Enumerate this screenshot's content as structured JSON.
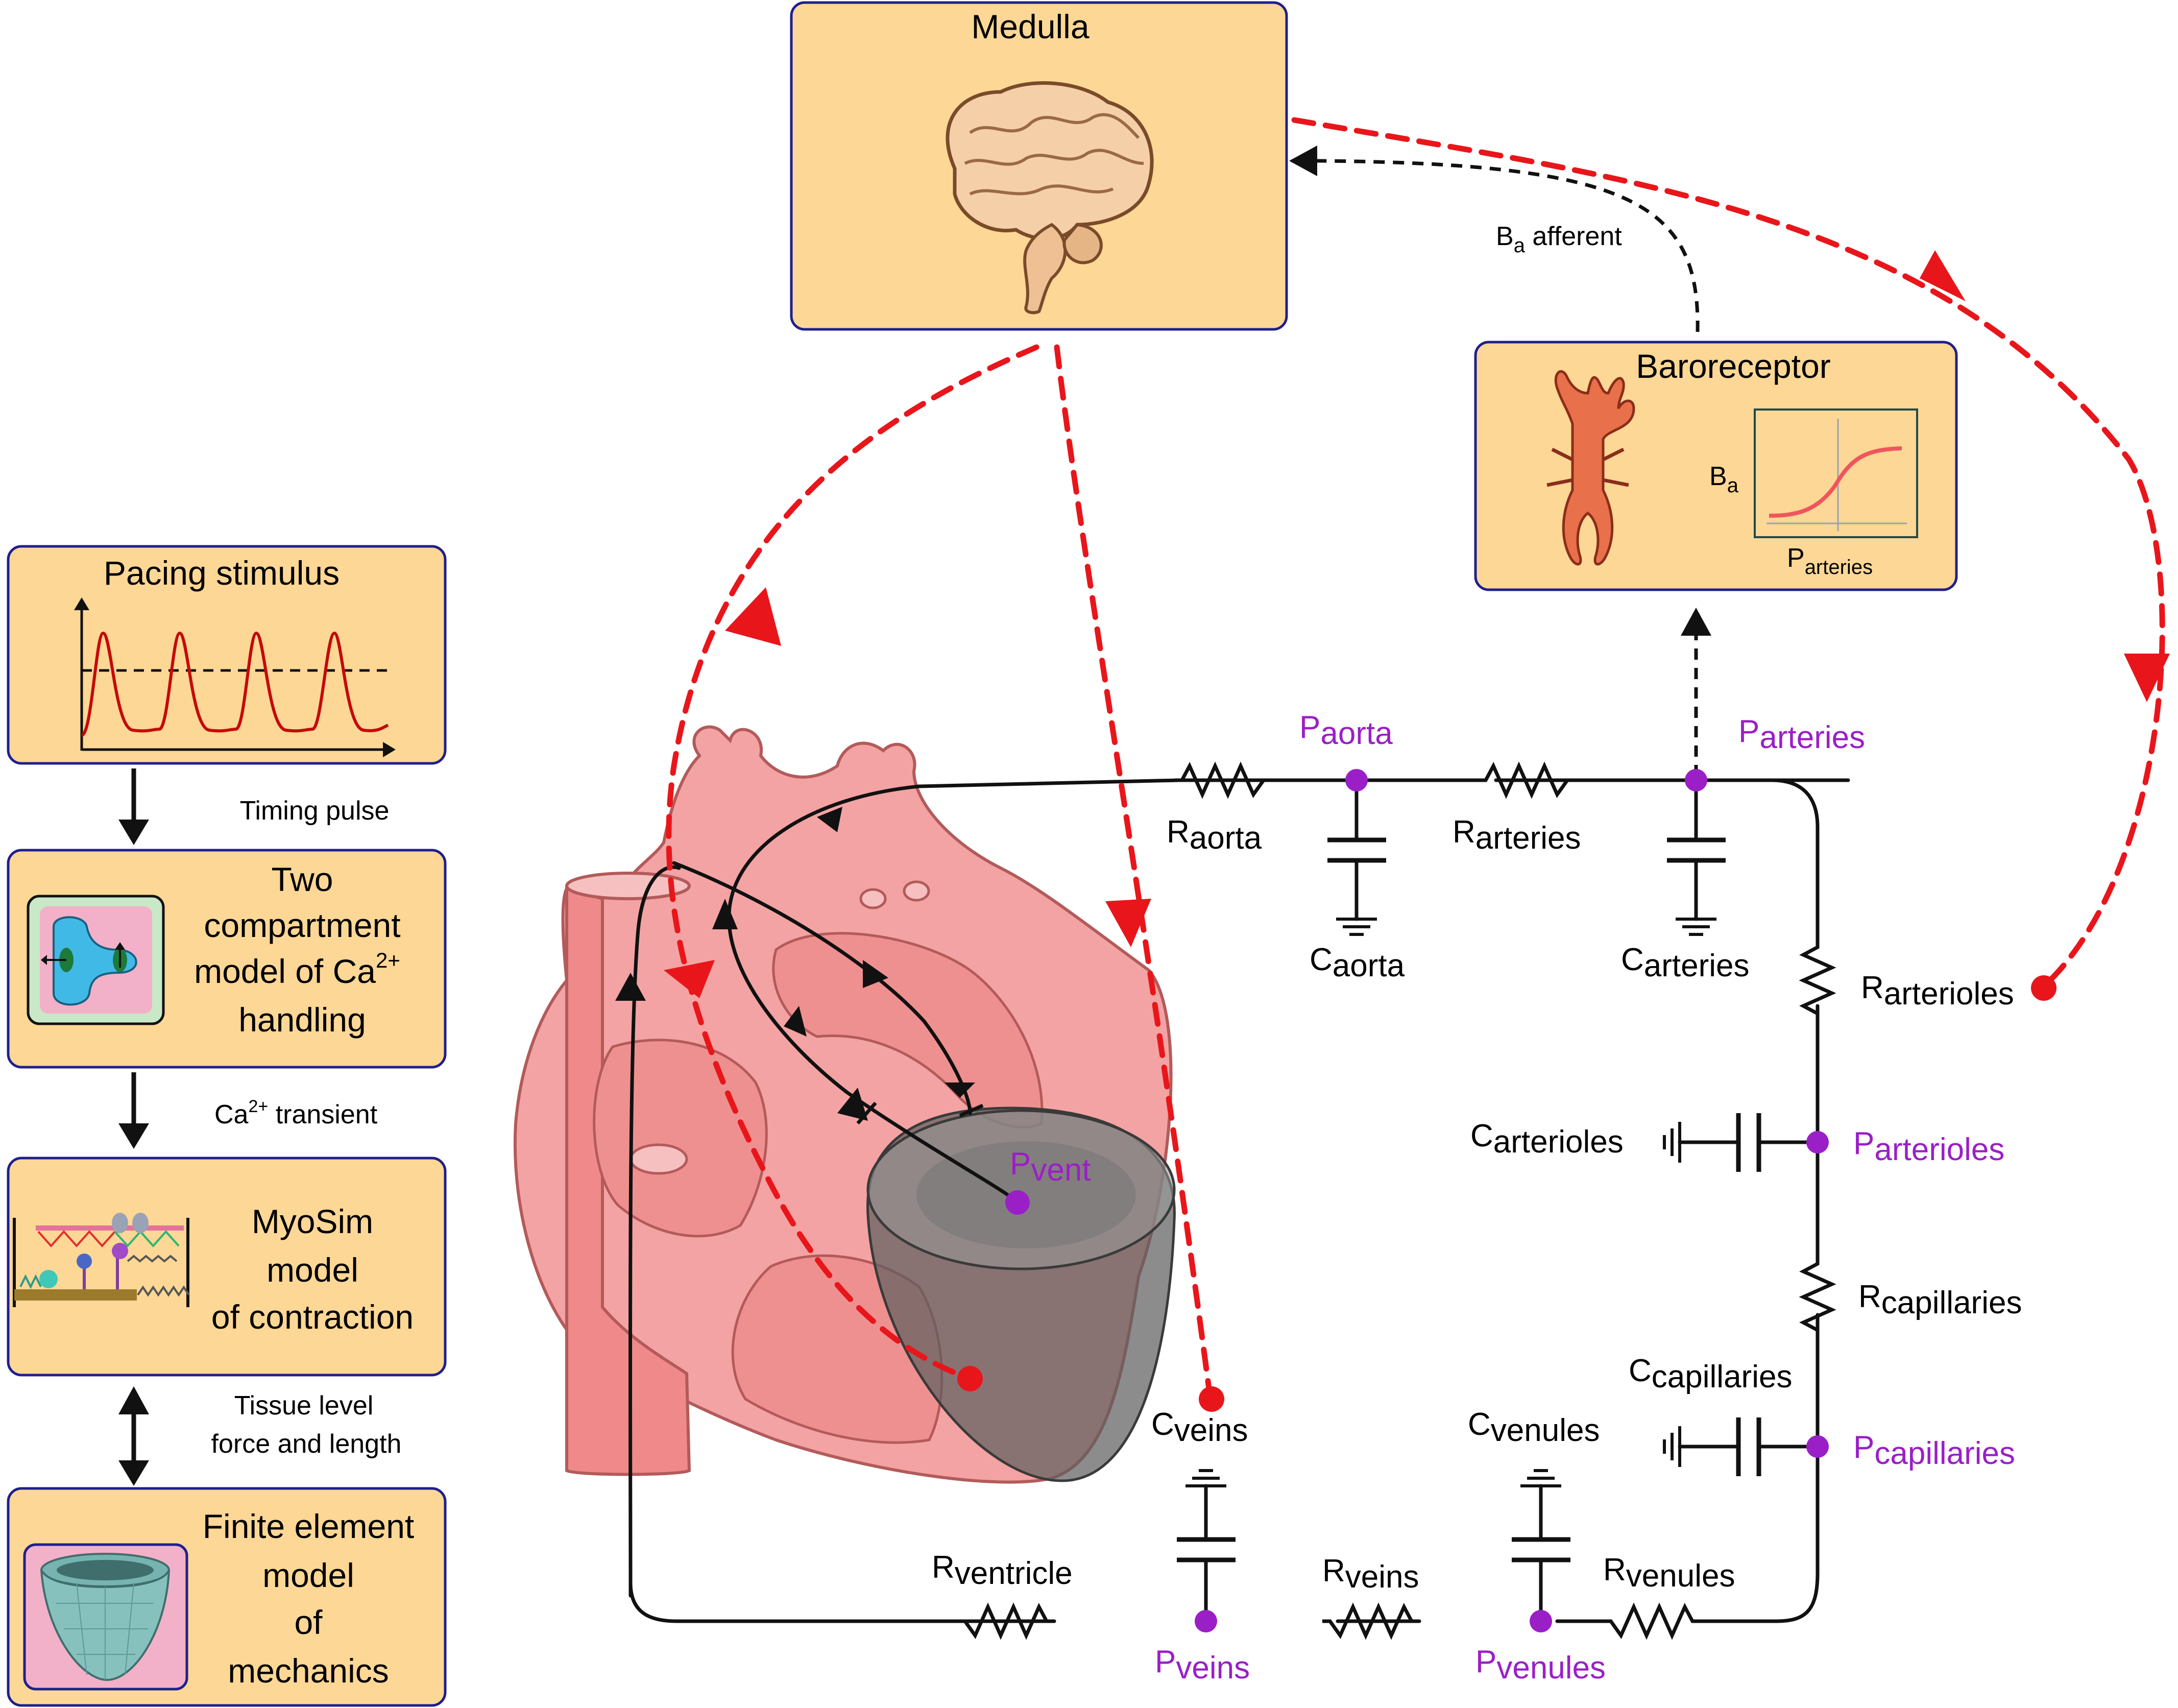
{
  "colors": {
    "box_fill": "#fdd795",
    "box_border": "#1f1f8f",
    "pressure_node": "#9a1fc7",
    "efferent_red": "#e8161b",
    "heart_pink": "#f3a3a3"
  },
  "pipeline": {
    "pacing_title": "Pacing stimulus",
    "timing_pulse": "Timing pulse",
    "two_comp_line1": "Two",
    "two_comp_line2": "compartment",
    "two_comp_line3": "model of Ca",
    "two_comp_sup": "2+",
    "two_comp_line4": "handling",
    "ca_transient_main": "Ca",
    "ca_transient_sup": "2+",
    "ca_transient_rest": " transient",
    "myosim_line1": "MyoSim",
    "myosim_line2": "model",
    "myosim_line3": "of contraction",
    "tissue_line1": "Tissue level",
    "tissue_line2": "force and length",
    "fe_line1": "Finite element",
    "fe_line2": "model",
    "fe_line3": "of",
    "fe_line4": "mechanics"
  },
  "reflex": {
    "medulla_title": "Medulla",
    "baroreceptor_title": "Baroreceptor",
    "ba_afferent_main": "B",
    "ba_afferent_sub": "a",
    "ba_afferent_rest": " afferent",
    "plot_y_main": "B",
    "plot_y_sub": "a",
    "plot_x_main": "P",
    "plot_x_sub": "arteries"
  },
  "circuit": {
    "labels": {
      "p_aorta": {
        "main": "P",
        "sub": "aorta"
      },
      "p_arteries": {
        "main": "P",
        "sub": "arteries"
      },
      "p_arterioles": {
        "main": "P",
        "sub": "arterioles"
      },
      "p_capillaries": {
        "main": "P",
        "sub": "capillaries"
      },
      "p_venules": {
        "main": "P",
        "sub": "venules"
      },
      "p_veins": {
        "main": "P",
        "sub": "veins"
      },
      "p_vent": {
        "main": "P",
        "sub": "vent"
      },
      "r_aorta": {
        "main": "R",
        "sub": "aorta"
      },
      "r_arteries": {
        "main": "R",
        "sub": "arteries"
      },
      "r_arterioles": {
        "main": "R",
        "sub": "arterioles"
      },
      "r_capillaries": {
        "main": "R",
        "sub": "capillaries"
      },
      "r_venules": {
        "main": "R",
        "sub": "venules"
      },
      "r_veins": {
        "main": "R",
        "sub": "veins"
      },
      "r_ventricle": {
        "main": "R",
        "sub": "ventricle"
      },
      "c_aorta": {
        "main": "C",
        "sub": "aorta"
      },
      "c_arteries": {
        "main": "C",
        "sub": "arteries"
      },
      "c_arterioles": {
        "main": "C",
        "sub": "arterioles"
      },
      "c_capillaries": {
        "main": "C",
        "sub": "capillaries"
      },
      "c_venules": {
        "main": "C",
        "sub": "venules"
      },
      "c_veins": {
        "main": "C",
        "sub": "veins"
      }
    }
  }
}
